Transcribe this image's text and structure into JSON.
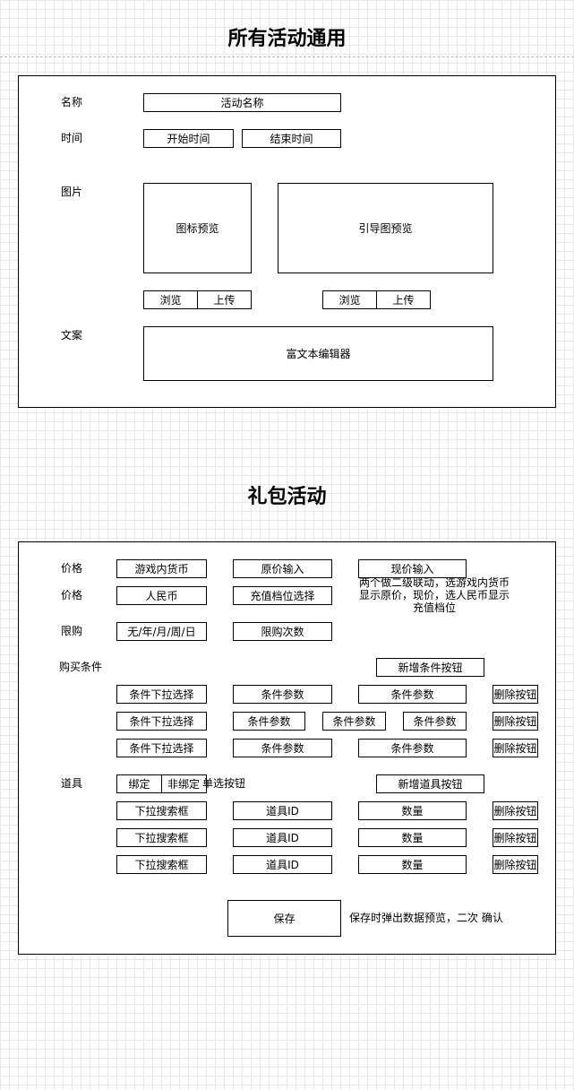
{
  "section1": {
    "title": "所有活动通用",
    "name_label": "名称",
    "name_input": "活动名称",
    "time_label": "时间",
    "start_time": "开始时间",
    "end_time": "结束时间",
    "image_label": "图片",
    "icon_preview": "图标预览",
    "guide_preview": "引导图预览",
    "browse": "浏览",
    "upload": "上传",
    "copy_label": "文案",
    "rich_text_editor": "富文本编辑器"
  },
  "section2": {
    "title": "礼包活动",
    "price_label": "价格",
    "game_currency": "游戏内货币",
    "original_price_input": "原价输入",
    "current_price_input": "现价输入",
    "rmb": "人民币",
    "recharge_tier_select": "充值档位选择",
    "note_line1": "两个做二级联动，选游戏内货币",
    "note_line2": "显示原价，现价，选人民币显示",
    "note_line3": "充值档位",
    "limit_label": "限购",
    "limit_period": "无/年/月/周/日",
    "limit_count": "限购次数",
    "buy_condition_label": "购买条件",
    "add_condition_button": "新增条件按钮",
    "condition_select": "条件下拉选择",
    "condition_param": "条件参数",
    "delete_button": "删除按钮",
    "item_label": "道具",
    "bound": "绑定",
    "unbound": "非绑定",
    "radio_button_note": "单选按钮",
    "add_item_button": "新增道具按钮",
    "search_dropdown": "下拉搜索框",
    "item_id": "道具ID",
    "quantity": "数量",
    "save_button": "保存",
    "save_note": "保存时弹出数据预览，二次 确认"
  }
}
